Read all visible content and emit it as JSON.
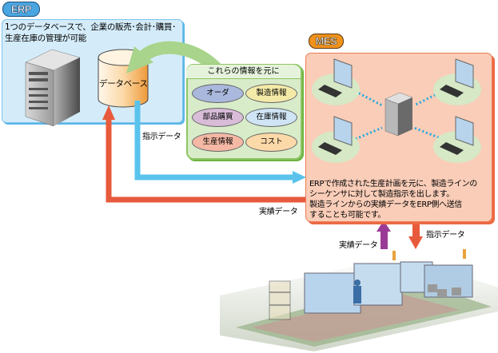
{
  "erp": {
    "badge": "ERP",
    "description_line1": "1つのデータベースで、企業の販売･会計･購買･",
    "description_line2": "生産在庫の管理が可能",
    "database_label": "データベース",
    "server_icon": "server-tower-icon",
    "database_icon": "database-cylinder-icon"
  },
  "info": {
    "title": "これらの情報を元に",
    "items": [
      {
        "label": "オーダ",
        "color": "#a9b8dc"
      },
      {
        "label": "製造情報",
        "color": "#f4eaa8"
      },
      {
        "label": "部品購買",
        "color": "#d8bcd8"
      },
      {
        "label": "在庫情報",
        "color": "#cfe4f4"
      },
      {
        "label": "生産情報",
        "color": "#f4b8a4"
      },
      {
        "label": "コスト",
        "color": "#fcd9a8"
      }
    ]
  },
  "mes": {
    "badge": "MES",
    "description": [
      "ERPで作成された生産計画を元に、製造ラインの",
      "シーケンサに対して製造指示を出します。",
      "製造ラインからの実績データをERP側へ送信",
      "することも可能です。"
    ],
    "client_icon": "workstation-icon",
    "server_icon": "server-tower-icon"
  },
  "flows": {
    "erp_to_mes_label": "指示データ",
    "mes_to_erp_label": "実績データ",
    "line_to_mes_label": "実績データ",
    "mes_to_line_label": "指示データ"
  },
  "colors": {
    "erp_accent": "#4aa6e0",
    "mes_accent": "#f0921c",
    "instruction_arrow": "#5ac3ec",
    "result_arrow": "#e85a3c",
    "line_result_arrow": "#9a3a96",
    "feedback_arrow": "#a8d48c"
  },
  "factory": {
    "illustration": "production-line-illustration"
  }
}
